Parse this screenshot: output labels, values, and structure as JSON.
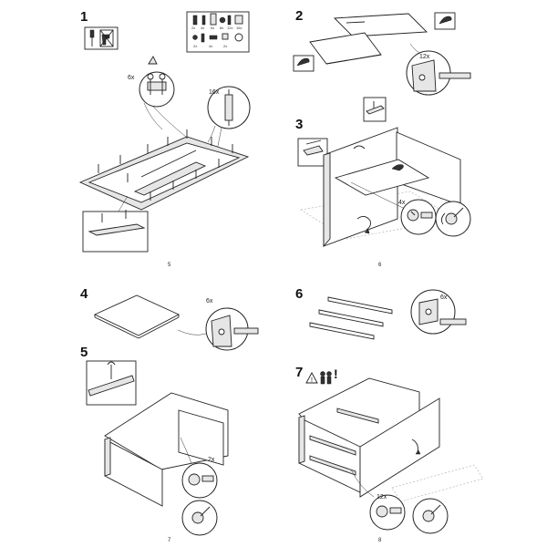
{
  "pages": [
    {
      "number": "5",
      "steps": [
        {
          "label": "1"
        }
      ],
      "quantities": [
        "6x",
        "16x"
      ],
      "hardware_labels": [
        "2x",
        "4x",
        "6x",
        "8x",
        "12x",
        "16x",
        "2x",
        "4x",
        "2x"
      ]
    },
    {
      "number": "6",
      "steps": [
        {
          "label": "2"
        },
        {
          "label": "3"
        }
      ],
      "quantities": [
        "12x",
        "4x"
      ]
    },
    {
      "number": "7",
      "steps": [
        {
          "label": "4"
        },
        {
          "label": "5"
        }
      ],
      "quantities": [
        "6x",
        "2x"
      ]
    },
    {
      "number": "8",
      "steps": [
        {
          "label": "6"
        },
        {
          "label": "7"
        }
      ],
      "quantities": [
        "6x",
        "12x"
      ]
    }
  ],
  "icons": {
    "screwdriver": "screwdriver-icon",
    "no_power_drill": "no-power-drill-icon",
    "two_persons": "two-persons-icon",
    "warning": "warning-triangle-icon",
    "exclamation": "!"
  }
}
